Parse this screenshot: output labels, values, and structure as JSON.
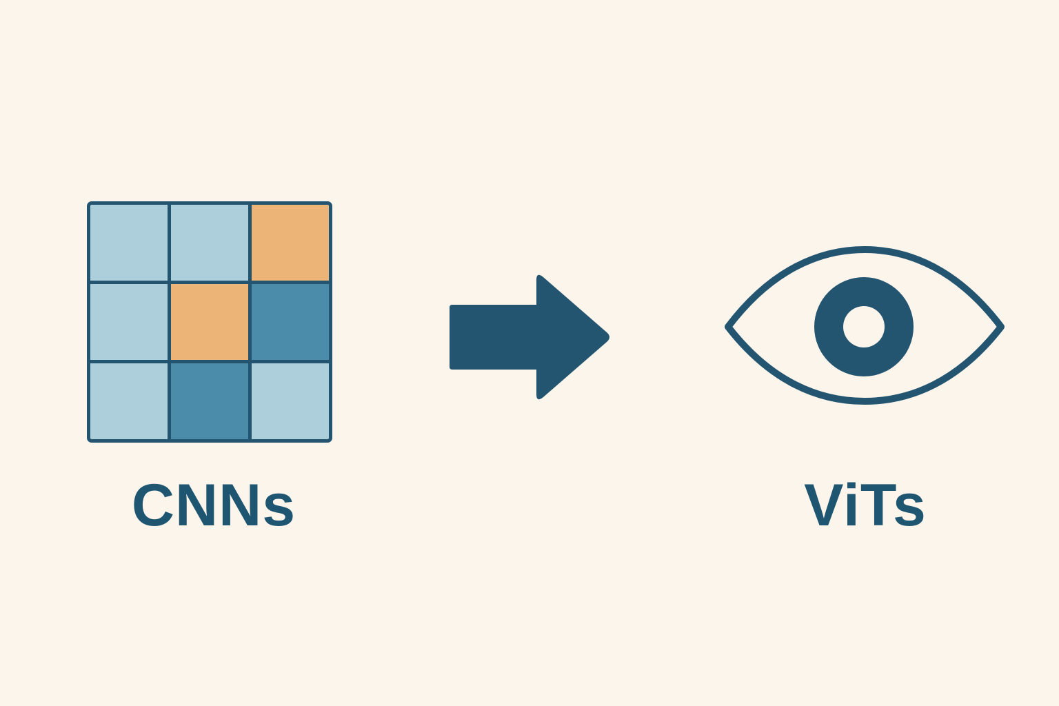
{
  "colors": {
    "background": "#fbf5ec",
    "ink": "#235570",
    "text": "#1e5570",
    "cell_light": "#adcfdb",
    "cell_medium": "#4a8caa",
    "cell_accent": "#ecb577"
  },
  "cnn_grid": {
    "cells": [
      {
        "shade": "light"
      },
      {
        "shade": "light"
      },
      {
        "shade": "accent"
      },
      {
        "shade": "light"
      },
      {
        "shade": "accent"
      },
      {
        "shade": "medium"
      },
      {
        "shade": "light"
      },
      {
        "shade": "medium"
      },
      {
        "shade": "light"
      }
    ]
  },
  "arrow": {
    "icon": "right-arrow-icon"
  },
  "eye": {
    "icon": "eye-icon"
  },
  "labels": {
    "left": "CNNs",
    "right": "ViTs"
  }
}
